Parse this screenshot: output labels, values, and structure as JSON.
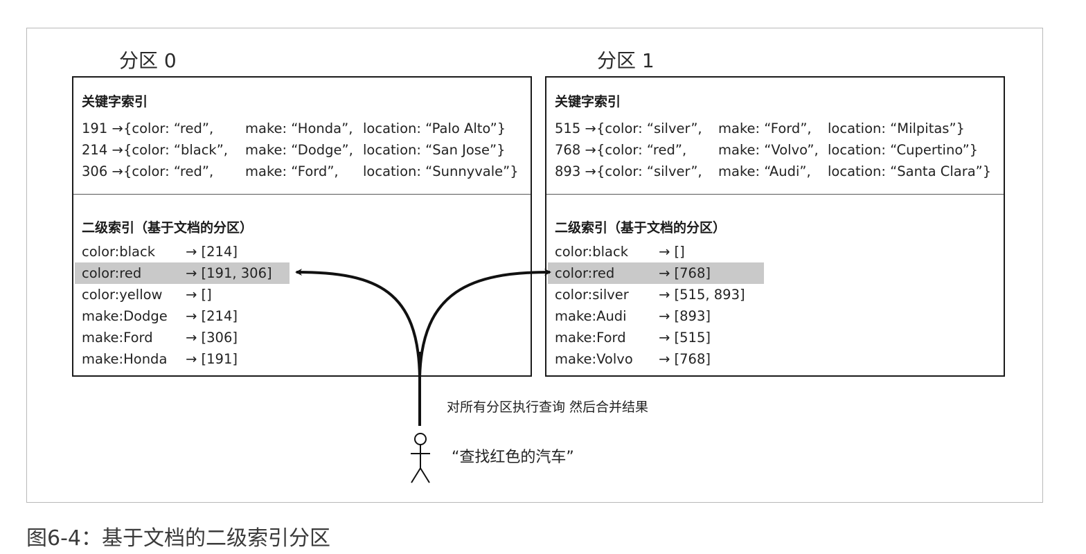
{
  "partitions": [
    {
      "title": "分区 0",
      "key_index_title": "关键字索引",
      "records": [
        {
          "id": "191 →",
          "color": "{color: “red”,",
          "make": "make: “Honda”,",
          "location": "location: “Palo Alto”}"
        },
        {
          "id": "214 →",
          "color": "{color: “black”,",
          "make": "make: “Dodge”,",
          "location": "location: “San Jose”}"
        },
        {
          "id": "306 →",
          "color": "{color: “red”,",
          "make": "make: “Ford”,",
          "location": "location: “Sunnyvale”}"
        }
      ],
      "secondary_index_title": "二级索引（基于文档的分区）",
      "index_entries": [
        {
          "term": "color:black",
          "ids": "→ [214]",
          "highlighted": false
        },
        {
          "term": "color:red",
          "ids": "→ [191, 306]",
          "highlighted": true
        },
        {
          "term": "color:yellow",
          "ids": "→ []",
          "highlighted": false
        },
        {
          "term": "make:Dodge",
          "ids": "→ [214]",
          "highlighted": false
        },
        {
          "term": "make:Ford",
          "ids": "→ [306]",
          "highlighted": false
        },
        {
          "term": "make:Honda",
          "ids": "→ [191]",
          "highlighted": false
        }
      ]
    },
    {
      "title": "分区 1",
      "key_index_title": "关键字索引",
      "records": [
        {
          "id": "515 →",
          "color": "{color: “silver”,",
          "make": "make: “Ford”,",
          "location": "location: “Milpitas”}"
        },
        {
          "id": "768 →",
          "color": "{color: “red”,",
          "make": "make: “Volvo”,",
          "location": "location: “Cupertino”}"
        },
        {
          "id": "893 →",
          "color": "{color: “silver”,",
          "make": "make: “Audi”,",
          "location": "location: “Santa Clara”}"
        }
      ],
      "secondary_index_title": "二级索引（基于文档的分区）",
      "index_entries": [
        {
          "term": "color:black",
          "ids": "→ []",
          "highlighted": false
        },
        {
          "term": "color:red",
          "ids": "→ [768]",
          "highlighted": true
        },
        {
          "term": "color:silver",
          "ids": "→ [515, 893]",
          "highlighted": false
        },
        {
          "term": "make:Audi",
          "ids": "→ [893]",
          "highlighted": false
        },
        {
          "term": "make:Ford",
          "ids": "→ [515]",
          "highlighted": false
        },
        {
          "term": "make:Volvo",
          "ids": "→ [768]",
          "highlighted": false
        }
      ]
    }
  ],
  "query": {
    "action_label": "对所有分区执行查询 然后合并结果",
    "user_quote": "“查找红色的汽车”"
  },
  "figure_caption": "图6-4：基于文档的二级索引分区",
  "colors": {
    "border": "#1a1a1a",
    "highlight": "#c9c9c9",
    "text": "#222222"
  }
}
